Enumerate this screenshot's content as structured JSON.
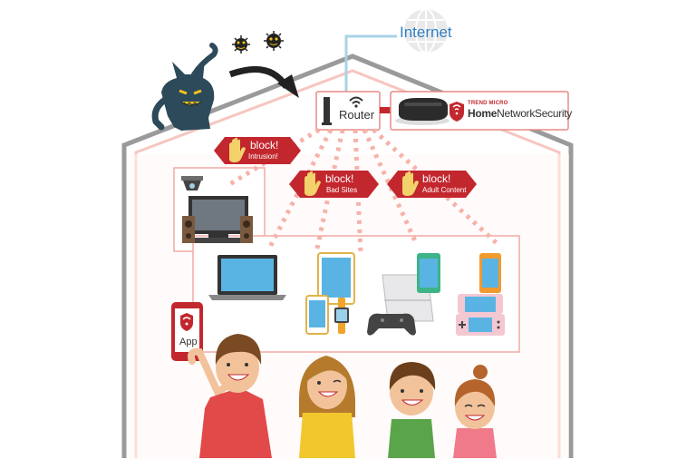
{
  "internet": {
    "label": "Internet"
  },
  "router": {
    "label": "Router"
  },
  "security_box": {
    "brand_small": "TREND MICRO",
    "brand_bold": "Home",
    "brand_rest": "NetworkSecurity"
  },
  "blocks": [
    {
      "title": "block!",
      "subtitle": "Intrusion!"
    },
    {
      "title": "block!",
      "subtitle": "Bad Sites"
    },
    {
      "title": "block!",
      "subtitle": "Adult Content"
    }
  ],
  "phone_app": {
    "label": "App"
  },
  "colors": {
    "accent_red": "#c3272e",
    "house_line": "#f2b9b3",
    "internet_blue": "#2f7fc1",
    "wall_gray": "#8d8d8d"
  }
}
